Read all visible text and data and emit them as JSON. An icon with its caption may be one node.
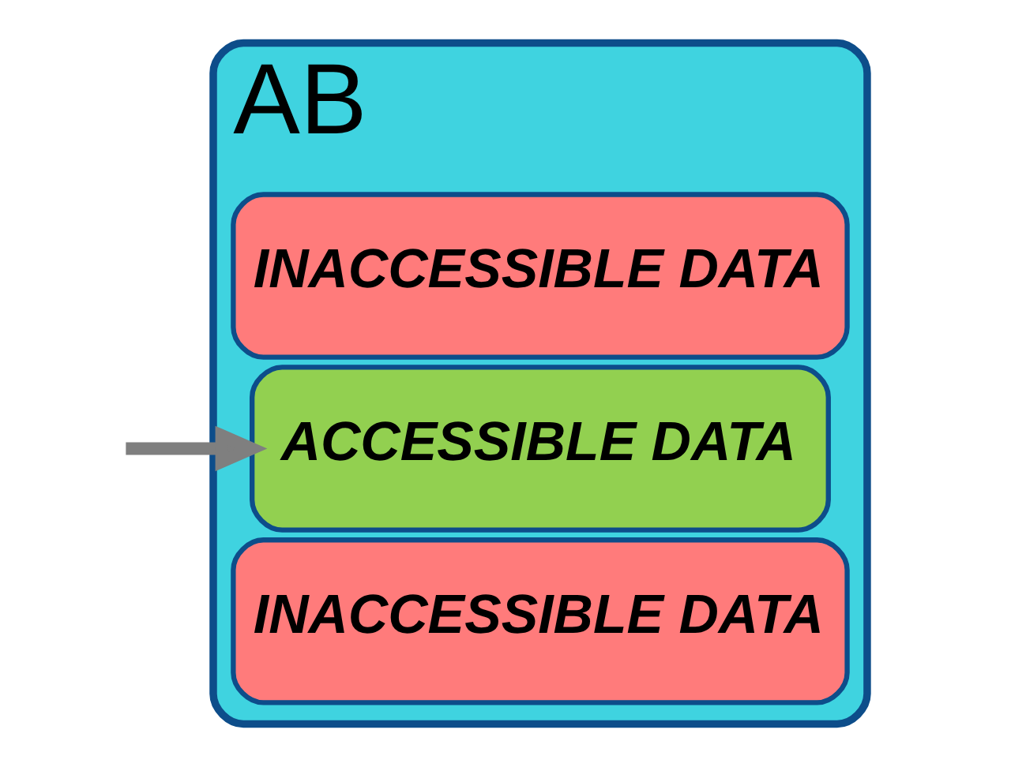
{
  "diagram": {
    "nodes": [
      {
        "text": [
          "AB"
        ]
      },
      {
        "text": [
          "INACCESSIBLE DATA"
        ],
        "in": 0
      },
      {
        "text": [
          "ACCESSIBLE DATA"
        ],
        "in": 0
      },
      {
        "text": [
          "INACCESSIBLE DATA"
        ],
        "in": 0
      }
    ],
    "edges": [
      {
        "from": null,
        "to": 2,
        "arrow": "to"
      }
    ]
  }
}
